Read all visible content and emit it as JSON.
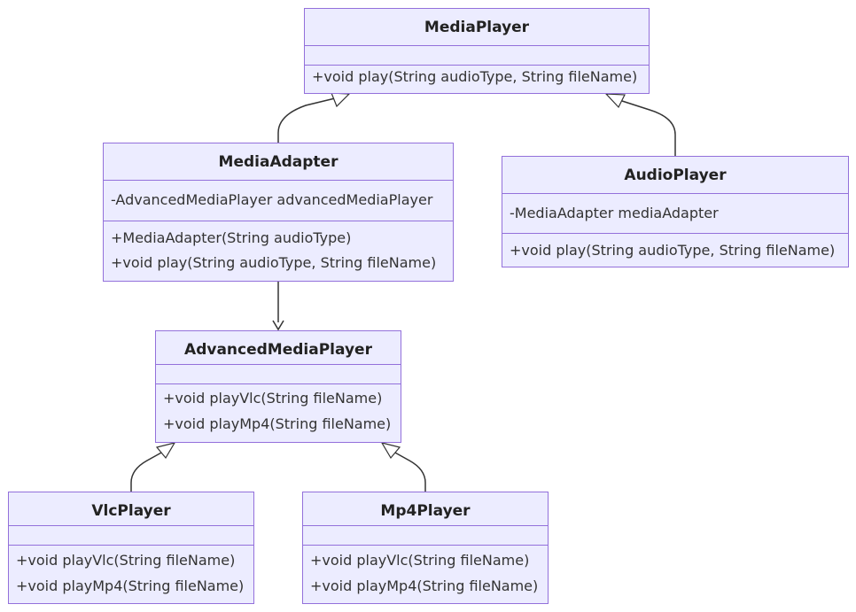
{
  "classes": {
    "media_player": {
      "name": "MediaPlayer",
      "attributes": [],
      "methods": [
        "+void play(String audioType, String fileName)"
      ]
    },
    "media_adapter": {
      "name": "MediaAdapter",
      "attributes": [
        "-AdvancedMediaPlayer advancedMediaPlayer"
      ],
      "methods": [
        "+MediaAdapter(String audioType)",
        "+void play(String audioType, String fileName)"
      ]
    },
    "audio_player": {
      "name": "AudioPlayer",
      "attributes": [
        "-MediaAdapter mediaAdapter"
      ],
      "methods": [
        "+void play(String audioType, String fileName)"
      ]
    },
    "advanced_media_player": {
      "name": "AdvancedMediaPlayer",
      "attributes": [],
      "methods": [
        "+void playVlc(String fileName)",
        "+void playMp4(String fileName)"
      ]
    },
    "vlc_player": {
      "name": "VlcPlayer",
      "attributes": [],
      "methods": [
        "+void playVlc(String fileName)",
        "+void playMp4(String fileName)"
      ]
    },
    "mp4_player": {
      "name": "Mp4Player",
      "attributes": [],
      "methods": [
        "+void playVlc(String fileName)",
        "+void playMp4(String fileName)"
      ]
    }
  },
  "relations": [
    {
      "from": "MediaAdapter",
      "to": "MediaPlayer",
      "type": "inheritance"
    },
    {
      "from": "AudioPlayer",
      "to": "MediaPlayer",
      "type": "inheritance"
    },
    {
      "from": "MediaAdapter",
      "to": "AdvancedMediaPlayer",
      "type": "association"
    },
    {
      "from": "VlcPlayer",
      "to": "AdvancedMediaPlayer",
      "type": "inheritance"
    },
    {
      "from": "Mp4Player",
      "to": "AdvancedMediaPlayer",
      "type": "inheritance"
    }
  ],
  "colors": {
    "box_fill": "#ececff",
    "box_border": "#9370db",
    "edge": "#333333",
    "text": "#333333"
  }
}
